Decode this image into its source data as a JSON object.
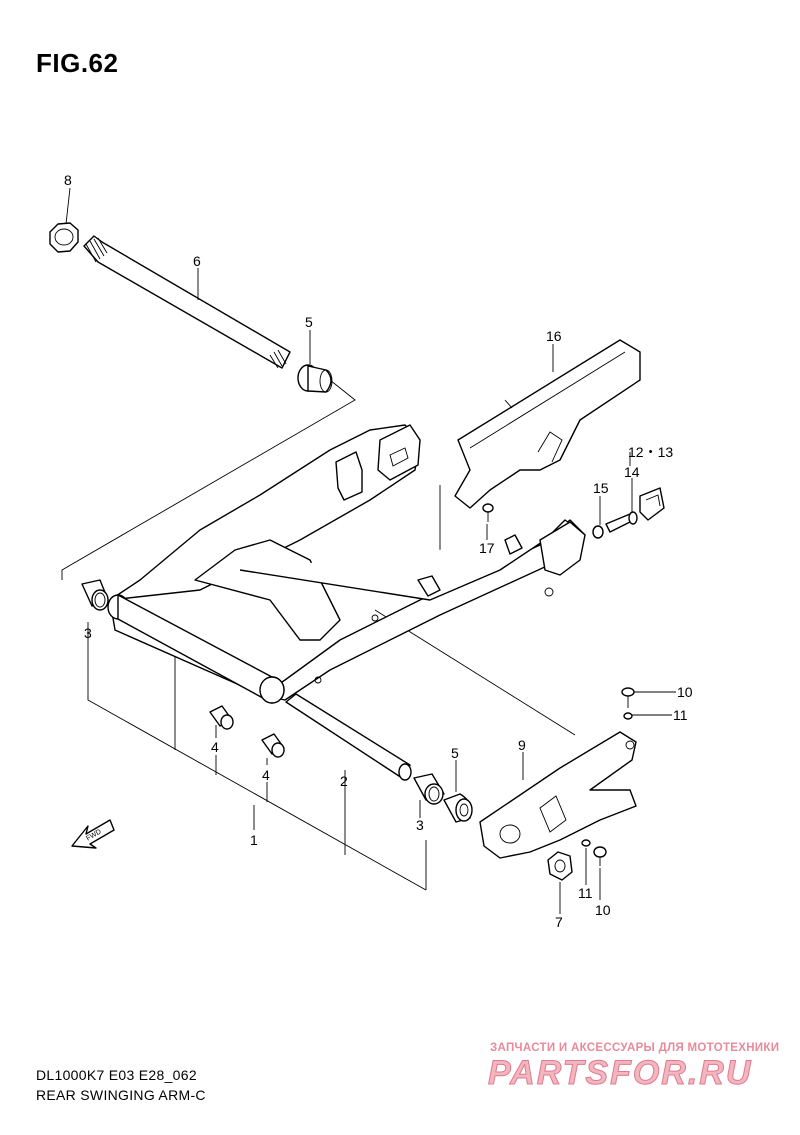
{
  "figure": {
    "title": "FIG.62"
  },
  "callouts": {
    "c1": "1",
    "c2": "2",
    "c3a": "3",
    "c3b": "3",
    "c4a": "4",
    "c4b": "4",
    "c5a": "5",
    "c5b": "5",
    "c6": "6",
    "c7": "7",
    "c8": "8",
    "c9": "9",
    "c10a": "10",
    "c10b": "10",
    "c11a": "11",
    "c11b": "11",
    "c1213": "12・13",
    "c14": "14",
    "c15": "15",
    "c16": "16",
    "c17": "17"
  },
  "fwd_label": "FWD",
  "footer": {
    "model": "DL1000K7 E03 E28_062",
    "name": "REAR SWINGING ARM-C"
  },
  "watermark": {
    "tagline": "ЗАПЧАСТИ И АКСЕССУАРЫ ДЛЯ МОТОТЕХНИКИ",
    "brand": "PARTSFOR.RU"
  }
}
